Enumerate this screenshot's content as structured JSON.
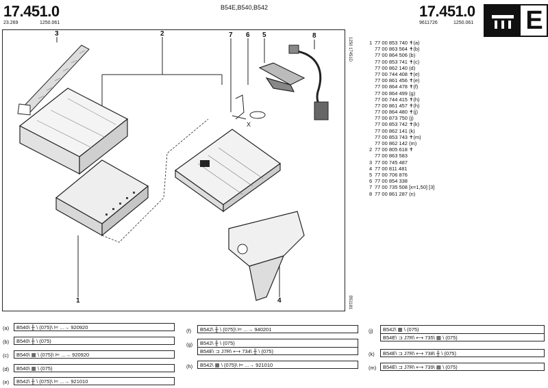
{
  "header": {
    "left_number": "17.451.0",
    "left_code_a": "23.269",
    "left_code_b": "1250.061",
    "models": "B54E,B540,B542",
    "right_number": "17.451.0",
    "right_code_a": "9611726",
    "right_code_b": "1250.061",
    "section_letter": "E"
  },
  "diagram": {
    "callouts": [
      "3",
      "2",
      "7",
      "6",
      "5",
      "8",
      "1",
      "4"
    ],
    "x_label": "X",
    "side_code_top": "1250 17451D",
    "side_code_bottom": "B51181"
  },
  "parts": [
    {
      "idx": "1",
      "ref": "77 00 853 740",
      "suffix": "✝(a)"
    },
    {
      "idx": "",
      "ref": "77 00 863 564",
      "suffix": "✝(b)"
    },
    {
      "idx": "",
      "ref": "77 00 864 506",
      "suffix": "(b)"
    },
    {
      "idx": "",
      "ref": "77 00 853 741",
      "suffix": "✝(c)"
    },
    {
      "idx": "",
      "ref": "77 00 862 140",
      "suffix": "(d)"
    },
    {
      "idx": "",
      "ref": "77 00 744 408",
      "suffix": "✝(e)"
    },
    {
      "idx": "",
      "ref": "77 00 861 456",
      "suffix": "✝(e)"
    },
    {
      "idx": "",
      "ref": "77 00 864 478",
      "suffix": "✝(f)"
    },
    {
      "idx": "",
      "ref": "77 00 864 499",
      "suffix": "(g)"
    },
    {
      "idx": "",
      "ref": "77 00 744 415",
      "suffix": "✝(h)"
    },
    {
      "idx": "",
      "ref": "77 00 861 457",
      "suffix": "✝(h)"
    },
    {
      "idx": "",
      "ref": "77 00 864 480",
      "suffix": "✝(j)"
    },
    {
      "idx": "",
      "ref": "77 00 873 750",
      "suffix": "(j)"
    },
    {
      "idx": "",
      "ref": "77 00 853 742",
      "suffix": "✝(k)"
    },
    {
      "idx": "",
      "ref": "77 00 862 141",
      "suffix": "(k)"
    },
    {
      "idx": "",
      "ref": "77 00 853 743",
      "suffix": "✝(m)"
    },
    {
      "idx": "",
      "ref": "77 00 862 142",
      "suffix": "(m)"
    },
    {
      "idx": "2",
      "ref": "77 00 805 618",
      "suffix": "✝"
    },
    {
      "idx": "",
      "ref": "77 00 863 583",
      "suffix": ""
    },
    {
      "idx": "3",
      "ref": "77 00 745 487",
      "suffix": ""
    },
    {
      "idx": "4",
      "ref": "77 00 811 481",
      "suffix": ""
    },
    {
      "idx": "5",
      "ref": "77 00 706 876",
      "suffix": ""
    },
    {
      "idx": "6",
      "ref": "77 00 854 338",
      "suffix": ""
    },
    {
      "idx": "7",
      "ref": "77 00 735 508",
      "suffix": "[x=1,50] [3]"
    },
    {
      "idx": "8",
      "ref": "77 00 861 287",
      "suffix": "(n)"
    }
  ],
  "notes": [
    {
      "tag": "(a)",
      "text": "B540\\ ╫ \\ (075)\\ ⊨ ...→ 920920"
    },
    {
      "tag": "(b)",
      "text": "B540\\ ╫ \\ (075)"
    },
    {
      "tag": "(c)",
      "text": "B540\\ ▦ \\ (075)\\ ⊨ ...→ 920920"
    },
    {
      "tag": "(d)",
      "text": "B540\\ ▦ \\ (075)"
    },
    {
      "tag": "(e)",
      "text": "B542\\ ╫ \\ (075)\\ ⊨ ...→ 921010"
    },
    {
      "tag": "(f)",
      "text": "B542\\ ╫ \\ (075)\\ ⊨ ...→ 940201"
    },
    {
      "tag": "(g)",
      "text": "B542\\ ╫ \\ (075)"
    },
    {
      "tag": "",
      "text": "B54E\\ ⊐ J7R\\ ⟷ 734\\ ╫ \\ (075)"
    },
    {
      "tag": "(h)",
      "text": "B542\\ ▦ \\ (075)\\ ⊨ ...→ 921010"
    },
    {
      "tag": "(j)",
      "text": "B542\\ ▦ \\ (075)"
    },
    {
      "tag": "",
      "text": "B54E\\ ⊐ J7R\\ ⟷ 735\\ ▦ \\ (075)"
    },
    {
      "tag": "(k)",
      "text": "B54E\\ ⊐ J7R\\ ⟷ 738\\ ╫ \\ (075)"
    },
    {
      "tag": "(m)",
      "text": "B54E\\ ⊐ J7R\\ ⟷ 739\\ ▦ \\ (075)"
    }
  ]
}
